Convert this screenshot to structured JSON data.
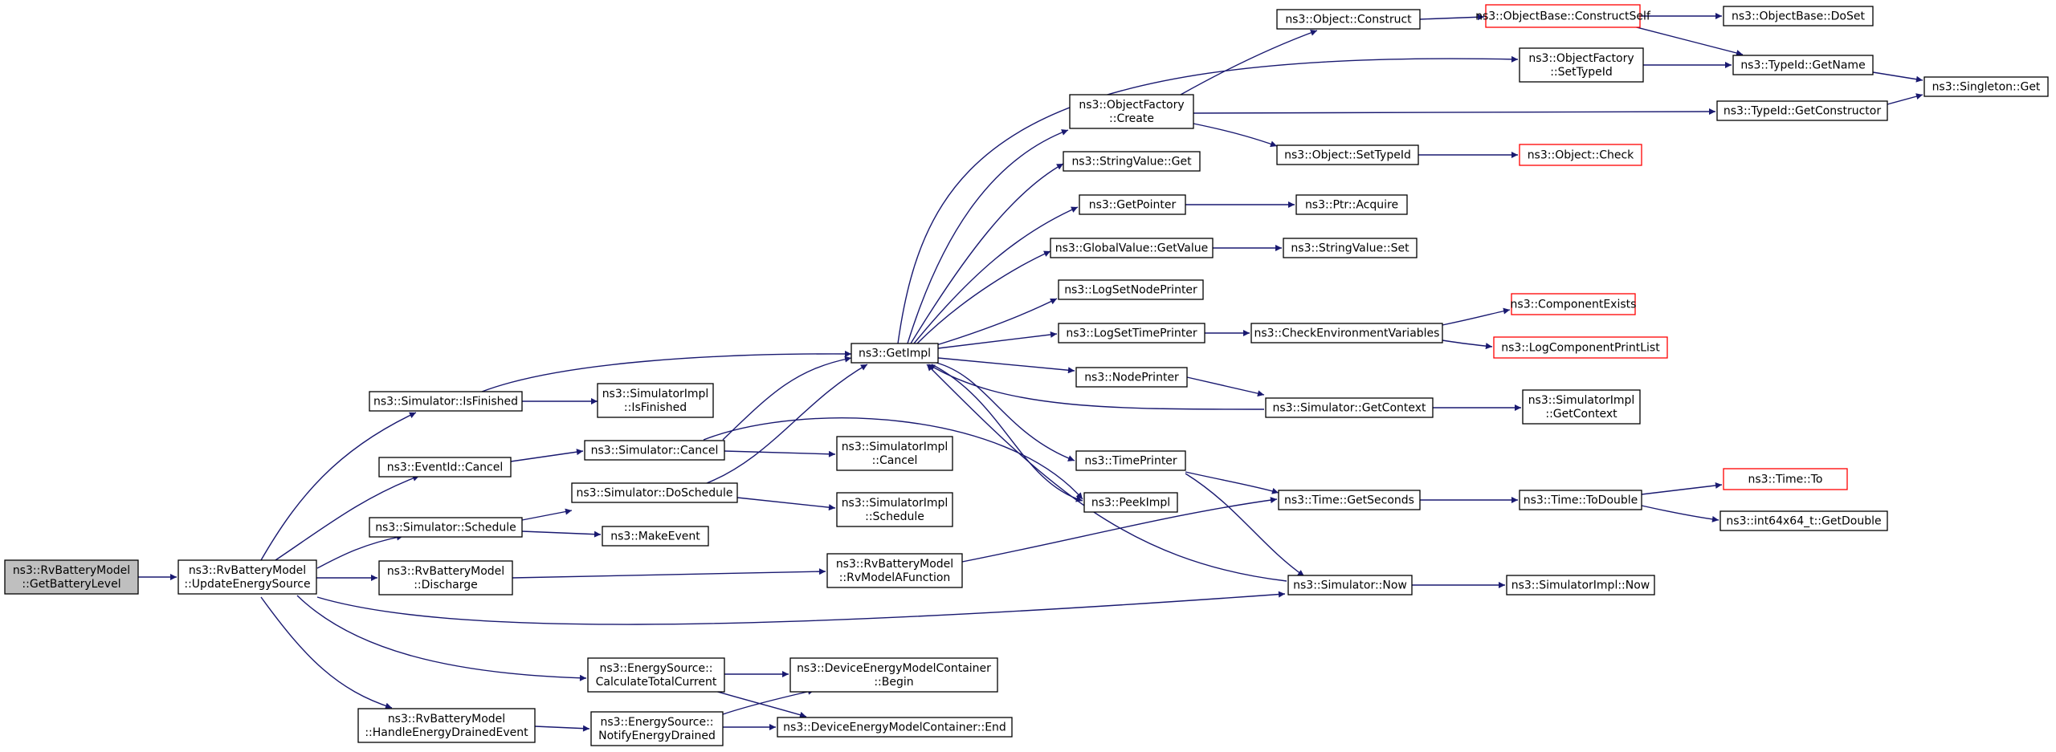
{
  "colors": {
    "edge": "#191970",
    "node_border": "#000000",
    "node_fill": "#ffffff",
    "root_fill": "#bfbfbf",
    "truncated_border": "#ff0000"
  },
  "nodes": [
    {
      "id": "getbatterylevel",
      "lines": [
        "ns3::RvBatteryModel",
        "::GetBatteryLevel"
      ],
      "style": "root"
    },
    {
      "id": "updateenergysource",
      "lines": [
        "ns3::RvBatteryModel",
        "::UpdateEnergySource"
      ],
      "style": "normal"
    },
    {
      "id": "sim_isfinished",
      "lines": [
        "ns3::Simulator::IsFinished"
      ],
      "style": "normal"
    },
    {
      "id": "eventid_cancel",
      "lines": [
        "ns3::EventId::Cancel"
      ],
      "style": "normal"
    },
    {
      "id": "sim_schedule",
      "lines": [
        "ns3::Simulator::Schedule"
      ],
      "style": "normal"
    },
    {
      "id": "discharge",
      "lines": [
        "ns3::RvBatteryModel",
        "::Discharge"
      ],
      "style": "normal"
    },
    {
      "id": "handleenergydrained",
      "lines": [
        "ns3::RvBatteryModel",
        "::HandleEnergyDrainedEvent"
      ],
      "style": "normal"
    },
    {
      "id": "simimpl_isfinished",
      "lines": [
        "ns3::SimulatorImpl",
        "::IsFinished"
      ],
      "style": "normal"
    },
    {
      "id": "sim_cancel",
      "lines": [
        "ns3::Simulator::Cancel"
      ],
      "style": "normal"
    },
    {
      "id": "sim_doschedule",
      "lines": [
        "ns3::Simulator::DoSchedule"
      ],
      "style": "normal"
    },
    {
      "id": "makeevent",
      "lines": [
        "ns3::MakeEvent"
      ],
      "style": "normal"
    },
    {
      "id": "calctotalcurrent",
      "lines": [
        "ns3::EnergySource::",
        "CalculateTotalCurrent"
      ],
      "style": "normal"
    },
    {
      "id": "notifyenergydrained",
      "lines": [
        "ns3::EnergySource::",
        "NotifyEnergyDrained"
      ],
      "style": "normal"
    },
    {
      "id": "getimpl",
      "lines": [
        "ns3::GetImpl"
      ],
      "style": "normal"
    },
    {
      "id": "simimpl_cancel",
      "lines": [
        "ns3::SimulatorImpl",
        "::Cancel"
      ],
      "style": "normal"
    },
    {
      "id": "simimpl_schedule",
      "lines": [
        "ns3::SimulatorImpl",
        "::Schedule"
      ],
      "style": "normal"
    },
    {
      "id": "rvmodelafunction",
      "lines": [
        "ns3::RvBatteryModel",
        "::RvModelAFunction"
      ],
      "style": "normal"
    },
    {
      "id": "demc_begin",
      "lines": [
        "ns3::DeviceEnergyModelContainer",
        "::Begin"
      ],
      "style": "normal"
    },
    {
      "id": "demc_end",
      "lines": [
        "ns3::DeviceEnergyModelContainer::End"
      ],
      "style": "normal"
    },
    {
      "id": "objectfactory_create",
      "lines": [
        "ns3::ObjectFactory",
        "::Create"
      ],
      "style": "normal"
    },
    {
      "id": "stringvalue_get",
      "lines": [
        "ns3::StringValue::Get"
      ],
      "style": "normal"
    },
    {
      "id": "getpointer",
      "lines": [
        "ns3::GetPointer"
      ],
      "style": "normal"
    },
    {
      "id": "globalvalue_getvalue",
      "lines": [
        "ns3::GlobalValue::GetValue"
      ],
      "style": "normal"
    },
    {
      "id": "logsetnodeprinter",
      "lines": [
        "ns3::LogSetNodePrinter"
      ],
      "style": "normal"
    },
    {
      "id": "logsettimeprinter",
      "lines": [
        "ns3::LogSetTimePrinter"
      ],
      "style": "normal"
    },
    {
      "id": "nodeprinter",
      "lines": [
        "ns3::NodePrinter"
      ],
      "style": "normal"
    },
    {
      "id": "timeprinter",
      "lines": [
        "ns3::TimePrinter"
      ],
      "style": "normal"
    },
    {
      "id": "peekimpl",
      "lines": [
        "ns3::PeekImpl"
      ],
      "style": "normal"
    },
    {
      "id": "object_construct",
      "lines": [
        "ns3::Object::Construct"
      ],
      "style": "normal"
    },
    {
      "id": "object_settypeid",
      "lines": [
        "ns3::Object::SetTypeId"
      ],
      "style": "normal"
    },
    {
      "id": "ptr_acquire",
      "lines": [
        "ns3::Ptr::Acquire"
      ],
      "style": "normal"
    },
    {
      "id": "stringvalue_set",
      "lines": [
        "ns3::StringValue::Set"
      ],
      "style": "normal"
    },
    {
      "id": "checkenvvars",
      "lines": [
        "ns3::CheckEnvironmentVariables"
      ],
      "style": "normal"
    },
    {
      "id": "sim_getcontext",
      "lines": [
        "ns3::Simulator::GetContext"
      ],
      "style": "normal"
    },
    {
      "id": "time_getseconds",
      "lines": [
        "ns3::Time::GetSeconds"
      ],
      "style": "normal"
    },
    {
      "id": "sim_now",
      "lines": [
        "ns3::Simulator::Now"
      ],
      "style": "normal"
    },
    {
      "id": "objectbase_constructself",
      "lines": [
        "ns3::ObjectBase::ConstructSelf"
      ],
      "style": "truncated"
    },
    {
      "id": "objectfactory_settypeid",
      "lines": [
        "ns3::ObjectFactory",
        "::SetTypeId"
      ],
      "style": "normal"
    },
    {
      "id": "object_check",
      "lines": [
        "ns3::Object::Check"
      ],
      "style": "truncated"
    },
    {
      "id": "componentexists",
      "lines": [
        "ns3::ComponentExists"
      ],
      "style": "truncated"
    },
    {
      "id": "logcomponentprintlist",
      "lines": [
        "ns3::LogComponentPrintList"
      ],
      "style": "truncated"
    },
    {
      "id": "simimpl_getcontext",
      "lines": [
        "ns3::SimulatorImpl",
        "::GetContext"
      ],
      "style": "normal"
    },
    {
      "id": "time_todouble",
      "lines": [
        "ns3::Time::ToDouble"
      ],
      "style": "normal"
    },
    {
      "id": "simimpl_now",
      "lines": [
        "ns3::SimulatorImpl::Now"
      ],
      "style": "normal"
    },
    {
      "id": "objectbase_doset",
      "lines": [
        "ns3::ObjectBase::DoSet"
      ],
      "style": "normal"
    },
    {
      "id": "typeid_getname",
      "lines": [
        "ns3::TypeId::GetName"
      ],
      "style": "normal"
    },
    {
      "id": "typeid_getconstructor",
      "lines": [
        "ns3::TypeId::GetConstructor"
      ],
      "style": "normal"
    },
    {
      "id": "time_to",
      "lines": [
        "ns3::Time::To"
      ],
      "style": "truncated"
    },
    {
      "id": "int64x64_getdouble",
      "lines": [
        "ns3::int64x64_t::GetDouble"
      ],
      "style": "normal"
    },
    {
      "id": "singleton_get",
      "lines": [
        "ns3::Singleton::Get"
      ],
      "style": "normal"
    }
  ]
}
